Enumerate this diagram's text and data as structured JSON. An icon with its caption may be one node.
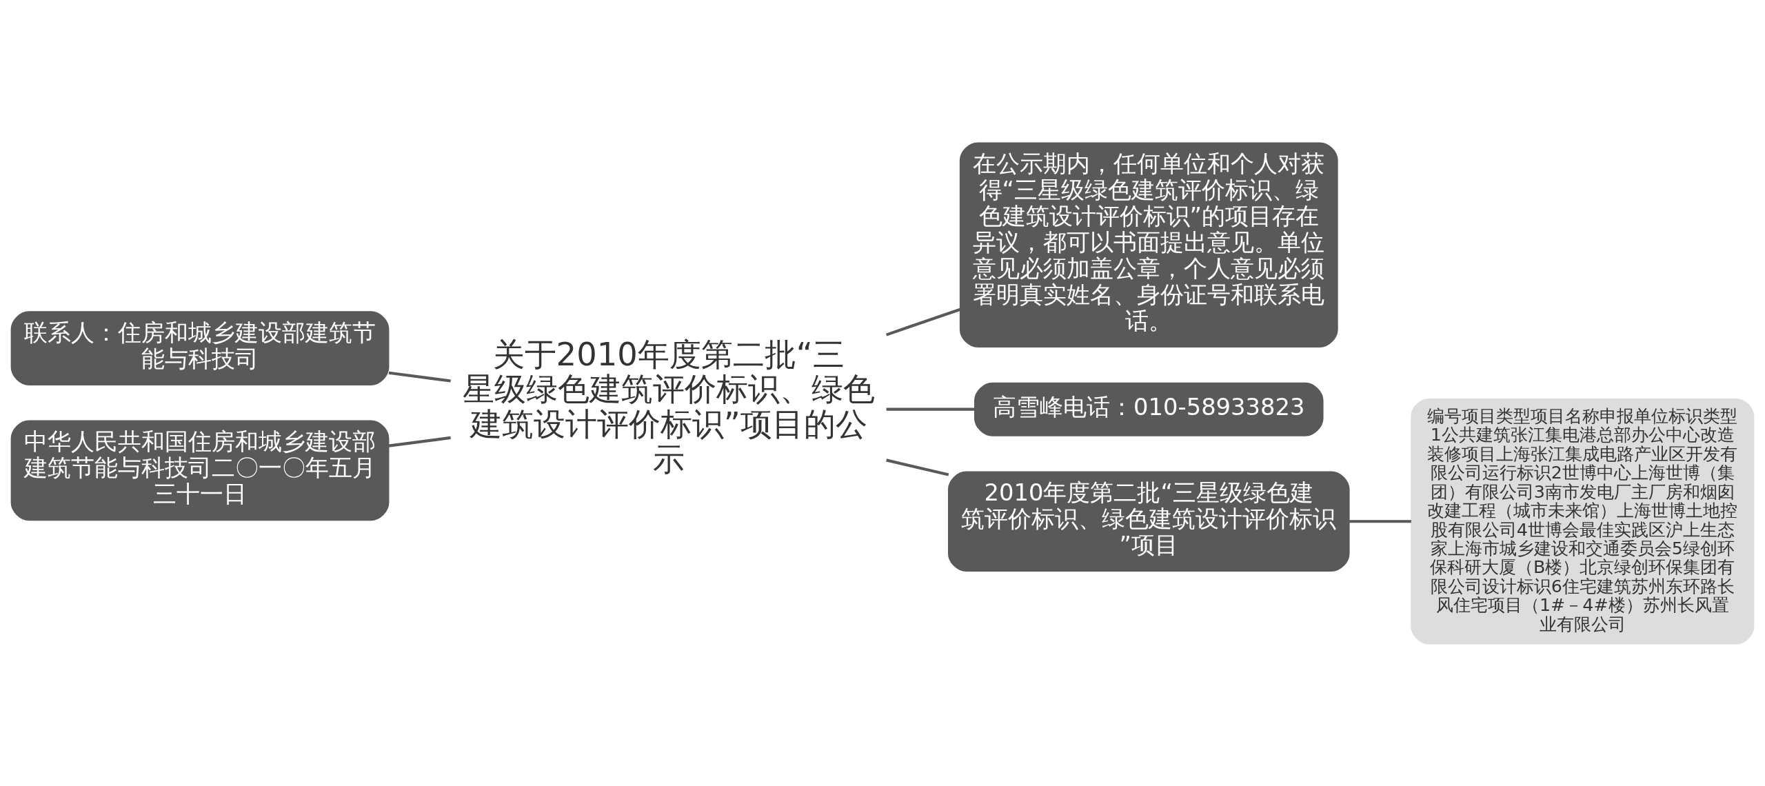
{
  "diagram": {
    "nodes": [
      {
        "text": [
          "关于2010年度第二批“三星级绿色建筑评价标识、绿色建筑设计评价标识”项目的公示"
        ]
      },
      {
        "text": [
          "联系人：住房和城乡建设部建筑节能与科技司"
        ]
      },
      {
        "text": [
          "中华人民共和国住房和城乡建设部建筑节能与科技司二〇一〇年五月三十一日"
        ]
      },
      {
        "text": [
          "在公示期内，任何单位和个人对获得“三星级绿色建筑评价标识、绿色建筑设计评价标识”的项目存在异议，都可以书面提出意见。单位意见必须加盖公章，个人意见必须署明真实姓名、身份证号和联系电话。"
        ]
      },
      {
        "text": [
          "高雪峰电话：010-58933823"
        ]
      },
      {
        "text": [
          "2010年度第二批“三星级绿色建筑评价标识、绿色建筑设计评价标识”项目"
        ]
      },
      {
        "text": [
          "编号项目类型项目名称申报单位标识类型1公共建筑张江集电港总部办公中心改造装修项目上海张江集成电路产业区开发有限公司运行标识2世博中心上海世博（集团）有限公司3南市发电厂主厂房和烟囱改建工程（城市未来馆）上海世博土地控股有限公司4世博会最佳实践区沪上生态家上海市城乡建设和交通委员会5绿创环保科研大厦（B楼）北京绿创环保集团有限公司设计标识6住宅建筑苏州东环路长风住宅项目（1#－4#楼）苏州长风置业有限公司"
        ]
      }
    ],
    "edges": [
      {
        "from": 0,
        "to": 1,
        "arrow": "none"
      },
      {
        "from": 0,
        "to": 2,
        "arrow": "none"
      },
      {
        "from": 0,
        "to": 3,
        "arrow": "none"
      },
      {
        "from": 0,
        "to": 4,
        "arrow": "none"
      },
      {
        "from": 0,
        "to": 5,
        "arrow": "none"
      },
      {
        "from": 5,
        "to": 6,
        "arrow": "none"
      }
    ]
  }
}
